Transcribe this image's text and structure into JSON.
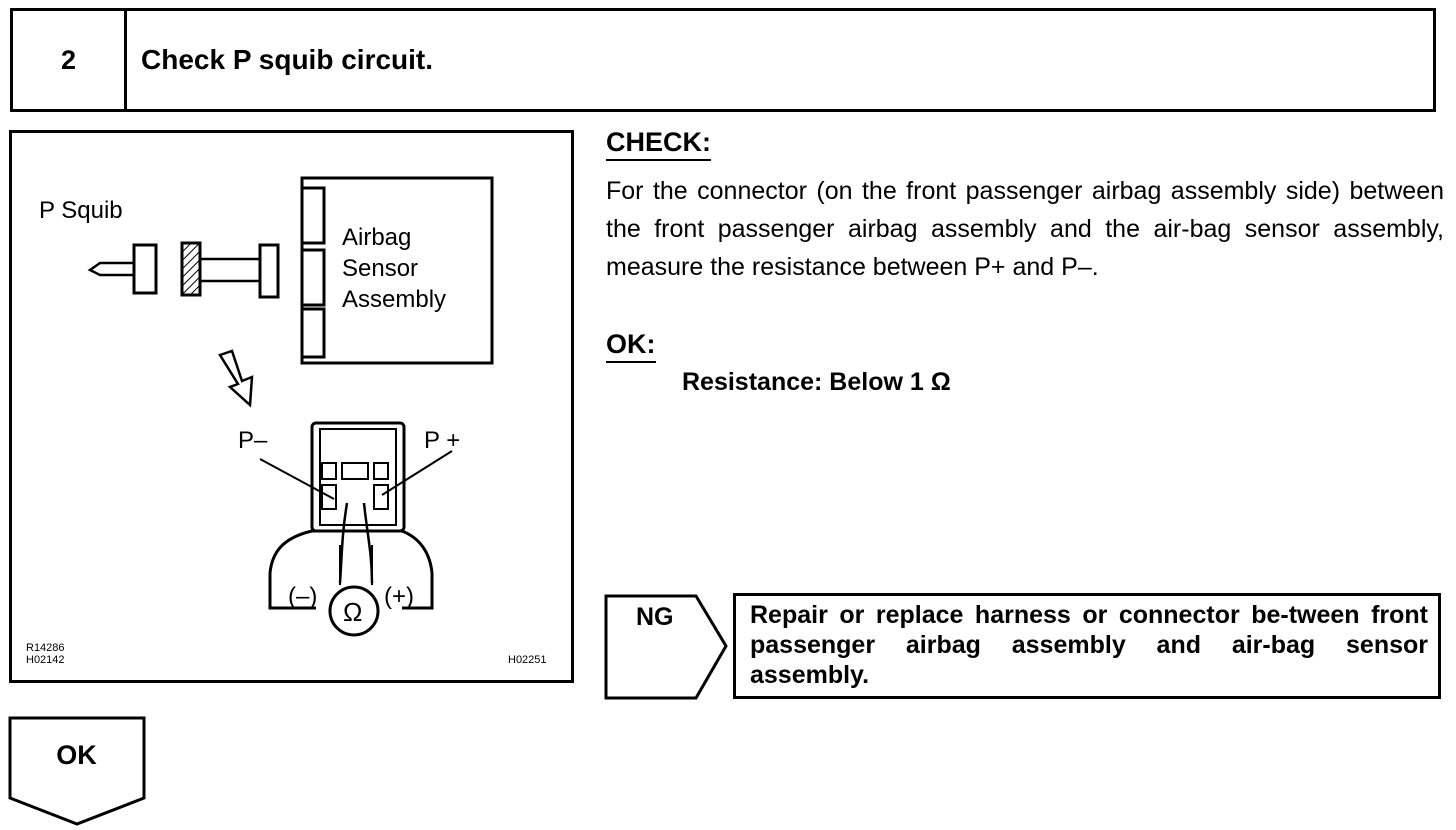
{
  "header": {
    "step_number": "2",
    "title": "Check P squib circuit."
  },
  "figure": {
    "p_squib_label": "P Squib",
    "sensor_label_line1": "Airbag",
    "sensor_label_line2": "Sensor",
    "sensor_label_line3": "Assembly",
    "p_minus_label": "P–",
    "p_plus_label": "P +",
    "probe_minus_label": "(–)",
    "probe_plus_label": "(+)",
    "ohm_symbol": "Ω",
    "code_left_1": "R14286",
    "code_left_2": "H02142",
    "code_right": "H02251"
  },
  "check": {
    "heading": "CHECK:",
    "text": "For the connector (on the front passenger airbag assembly side) between the front passenger airbag assembly and the air-bag sensor assembly, measure the resistance between P+ and P–."
  },
  "ok_section": {
    "heading": "OK:",
    "spec": "Resistance: Below 1 Ω"
  },
  "ng": {
    "label": "NG",
    "action": "Repair or replace harness or connector be-tween front passenger airbag assembly and air-bag sensor assembly."
  },
  "ok_arrow": {
    "label": "OK"
  }
}
